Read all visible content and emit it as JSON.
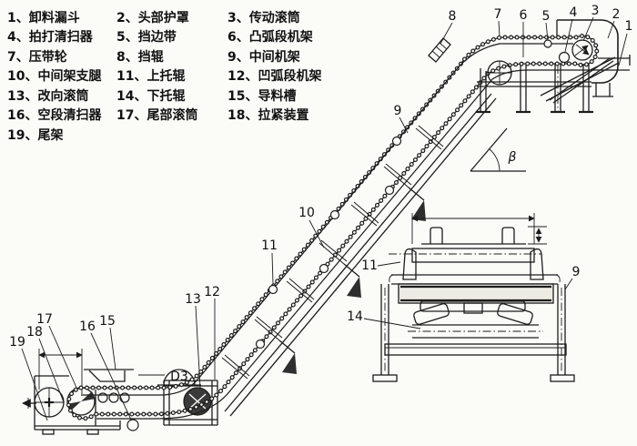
{
  "legend": {
    "rows": [
      [
        "1、卸料漏斗",
        "2、头部护罩",
        "3、传动滚筒"
      ],
      [
        "4、拍打清扫器",
        "5、挡边带",
        "6、凸弧段机架"
      ],
      [
        "7、压带轮",
        "8、挡辊",
        "9、中间机架"
      ],
      [
        "10、中间架支腿",
        "11、上托辊",
        "12、凹弧段机架"
      ],
      [
        "13、改向滚筒",
        "14、下托辊",
        "15、导料槽"
      ],
      [
        "16、空段清扫器",
        "17、尾部滚筒",
        "18、拉紧装置"
      ],
      [
        "19、尾架"
      ]
    ]
  },
  "diagram": {
    "angle_symbol": "β",
    "drum_label": "D3",
    "callouts": {
      "n1": "1",
      "n2": "2",
      "n3": "3",
      "n4": "4",
      "n5": "5",
      "n6": "6",
      "n7": "7",
      "n8": "8",
      "n9": "9",
      "n10": "10",
      "n11": "11",
      "n12": "12",
      "n13": "13",
      "n14": "14",
      "n15": "15",
      "n16": "16",
      "n17": "17",
      "n18": "18",
      "n19": "19"
    },
    "section": {
      "upper_idler": "11",
      "lower_idler": "14",
      "frame": "9"
    }
  },
  "colors": {
    "line": "#1c1c1c",
    "background": "#fbfbf8"
  }
}
